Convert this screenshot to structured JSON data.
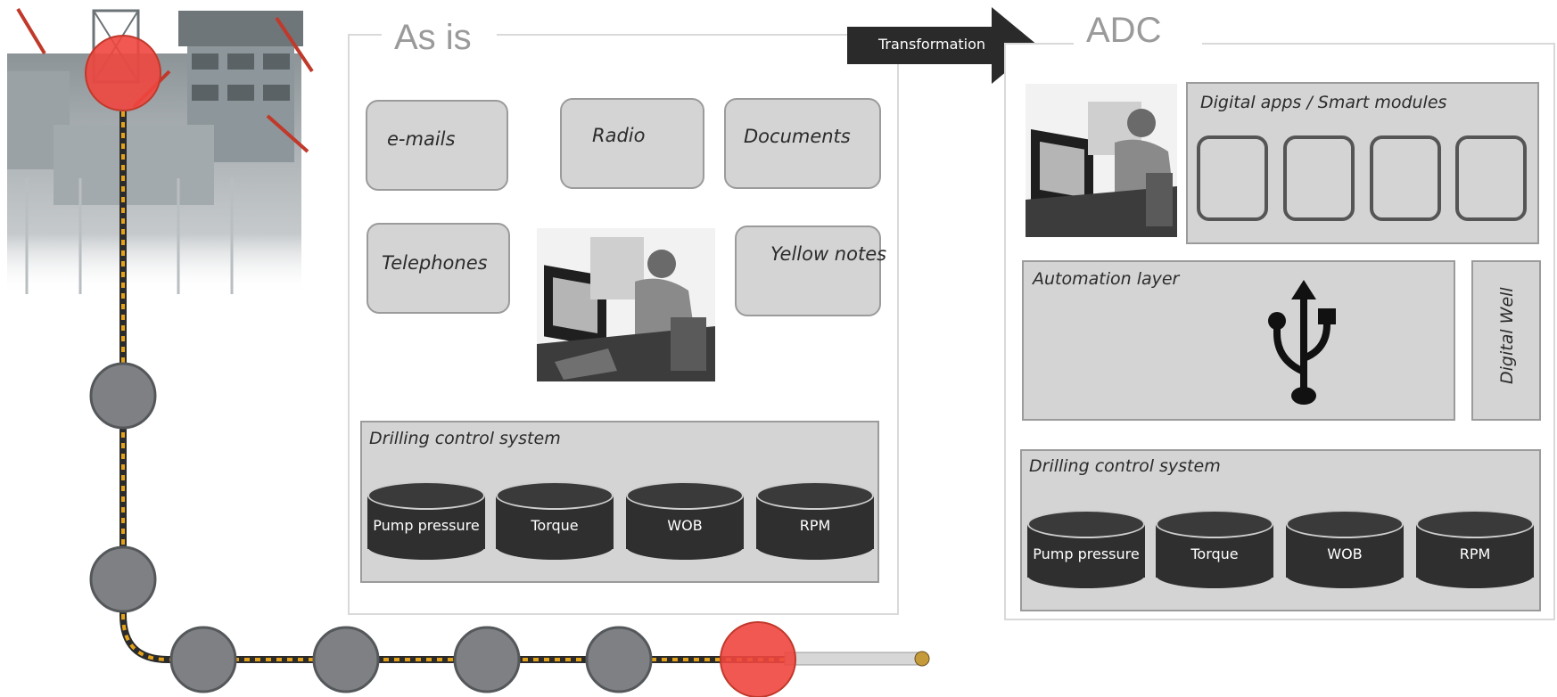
{
  "left_panel": {
    "title": "As is",
    "boxes": [
      {
        "id": "emails",
        "label": "e-mails"
      },
      {
        "id": "radio",
        "label": "Radio"
      },
      {
        "id": "documents",
        "label": "Documents"
      },
      {
        "id": "telephones",
        "label": "Telephones"
      },
      {
        "id": "yellow_notes",
        "label": "Yellow notes"
      }
    ],
    "dcs": {
      "label": "Drilling control system",
      "cylinders": [
        "Pump pressure",
        "Torque",
        "WOB",
        "RPM"
      ]
    }
  },
  "arrow": {
    "label": "Transformation"
  },
  "right_panel": {
    "title": "ADC",
    "digital_apps": {
      "label": "Digital apps / Smart modules",
      "slots": 4
    },
    "automation": {
      "label": "Automation layer",
      "icon": "usb-icon"
    },
    "digital_well": {
      "label": "Digital Well"
    },
    "dcs": {
      "label": "Drilling control system",
      "cylinders": [
        "Pump pressure",
        "Torque",
        "WOB",
        "RPM"
      ]
    }
  },
  "colors": {
    "node_red": "#f0463f",
    "node_gray": "#7f8083",
    "pipe_dash": "#e3a21a",
    "box_fill": "#d4d4d4"
  }
}
